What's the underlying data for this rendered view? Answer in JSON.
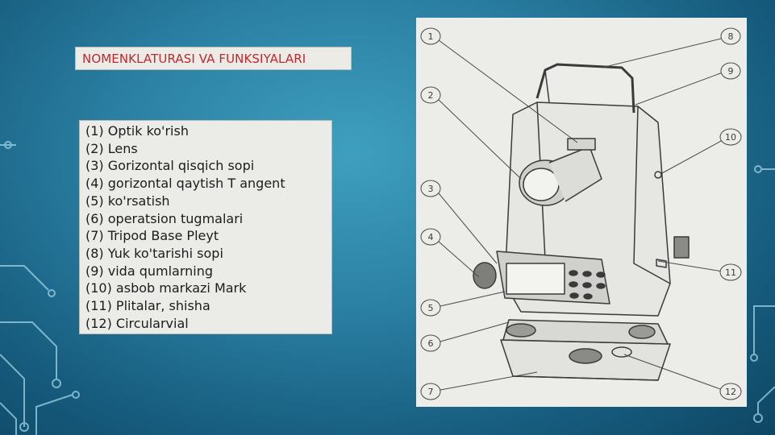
{
  "slide": {
    "title": "NOMENKLATURASI VA FUNKSIYALARI",
    "items": [
      "(1) Optik ko'rish",
      "(2) Lens",
      "(3) Gorizontal qisqich sopi",
      "(4) gorizontal qaytish T angent",
      "(5) ko'rsatish",
      "(6) operatsion tugmalari",
      "(7) Tripod Base Pleyt",
      "(8) Yuk ko'tarishi sopi",
      "(9) vida qumlarning",
      "(10) asbob markazi Mark",
      "(11) Plitalar, shisha",
      "(12) Circularvial"
    ]
  },
  "diagram": {
    "callouts": [
      "1",
      "2",
      "3",
      "4",
      "5",
      "6",
      "7",
      "8",
      "9",
      "10",
      "11",
      "12"
    ]
  },
  "colors": {
    "title_text": "#c0282d",
    "background": "#2a7fa2",
    "panel": "#ecece9"
  }
}
